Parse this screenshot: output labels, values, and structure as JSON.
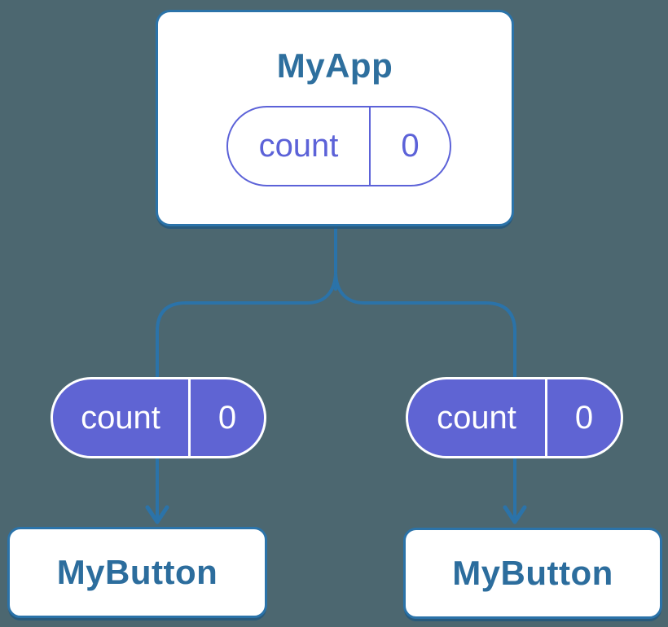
{
  "diagram": {
    "description": "React component tree showing state lifted into MyApp and passed as props to two MyButton children",
    "colors": {
      "background": "#4C6770",
      "connector_blue": "#2B73A9",
      "node_title_blue": "#2E6F9E",
      "state_purple": "#5F64D3",
      "outline_pill_purple": "#5C62D8",
      "node_fill": "#FFFFFF"
    },
    "root": {
      "title": "MyApp",
      "state": {
        "name": "count",
        "value": "0"
      }
    },
    "children": [
      {
        "title": "MyButton",
        "prop": {
          "name": "count",
          "value": "0"
        }
      },
      {
        "title": "MyButton",
        "prop": {
          "name": "count",
          "value": "0"
        }
      }
    ]
  }
}
